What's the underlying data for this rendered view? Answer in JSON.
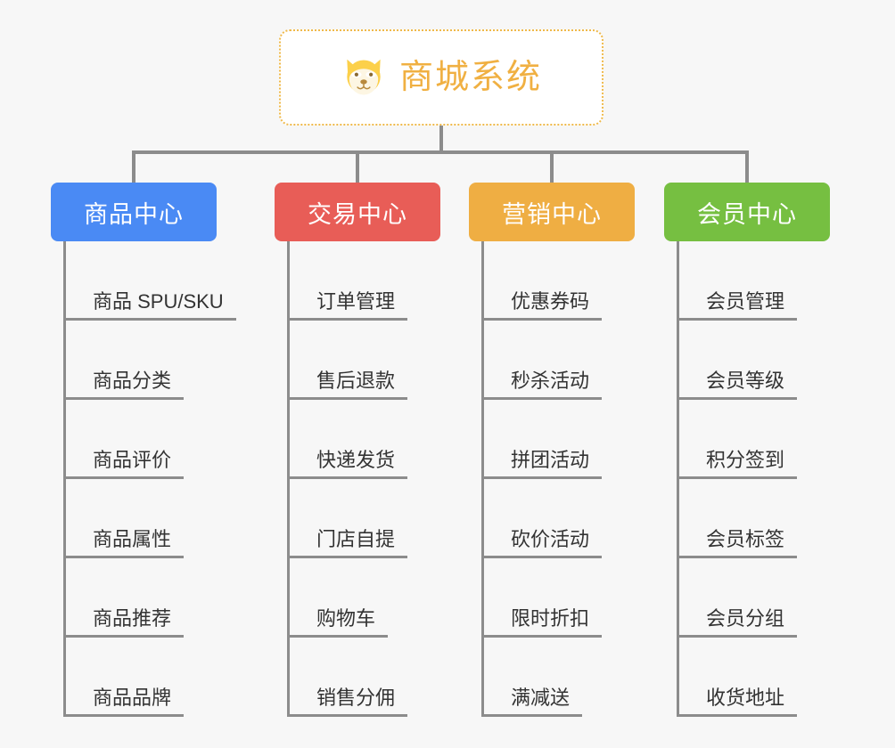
{
  "root": {
    "title": "商城系统",
    "icon": "shiba-dog-icon",
    "title_color": "#f0b042",
    "border_color": "#efb94a"
  },
  "colors": {
    "background": "#f7f7f7",
    "line": "#8c8c8c",
    "leaf_text": "#333333",
    "product_center": "#4a8af4",
    "trade_center": "#e85d57",
    "marketing_center": "#efae43",
    "member_center": "#76bf41"
  },
  "branches": [
    {
      "label": "商品中心",
      "color": "#4a8af4",
      "items": [
        {
          "label": "商品 SPU/SKU"
        },
        {
          "label": "商品分类"
        },
        {
          "label": "商品评价"
        },
        {
          "label": "商品属性"
        },
        {
          "label": "商品推荐"
        },
        {
          "label": "商品品牌"
        }
      ]
    },
    {
      "label": "交易中心",
      "color": "#e85d57",
      "items": [
        {
          "label": "订单管理"
        },
        {
          "label": "售后退款"
        },
        {
          "label": "快递发货"
        },
        {
          "label": "门店自提"
        },
        {
          "label": "购物车"
        },
        {
          "label": "销售分佣"
        }
      ]
    },
    {
      "label": "营销中心",
      "color": "#efae43",
      "items": [
        {
          "label": "优惠券码"
        },
        {
          "label": "秒杀活动"
        },
        {
          "label": "拼团活动"
        },
        {
          "label": "砍价活动"
        },
        {
          "label": "限时折扣"
        },
        {
          "label": "满减送"
        }
      ]
    },
    {
      "label": "会员中心",
      "color": "#76bf41",
      "items": [
        {
          "label": "会员管理"
        },
        {
          "label": "会员等级"
        },
        {
          "label": "积分签到"
        },
        {
          "label": "会员标签"
        },
        {
          "label": "会员分组"
        },
        {
          "label": "收货地址"
        }
      ]
    }
  ]
}
